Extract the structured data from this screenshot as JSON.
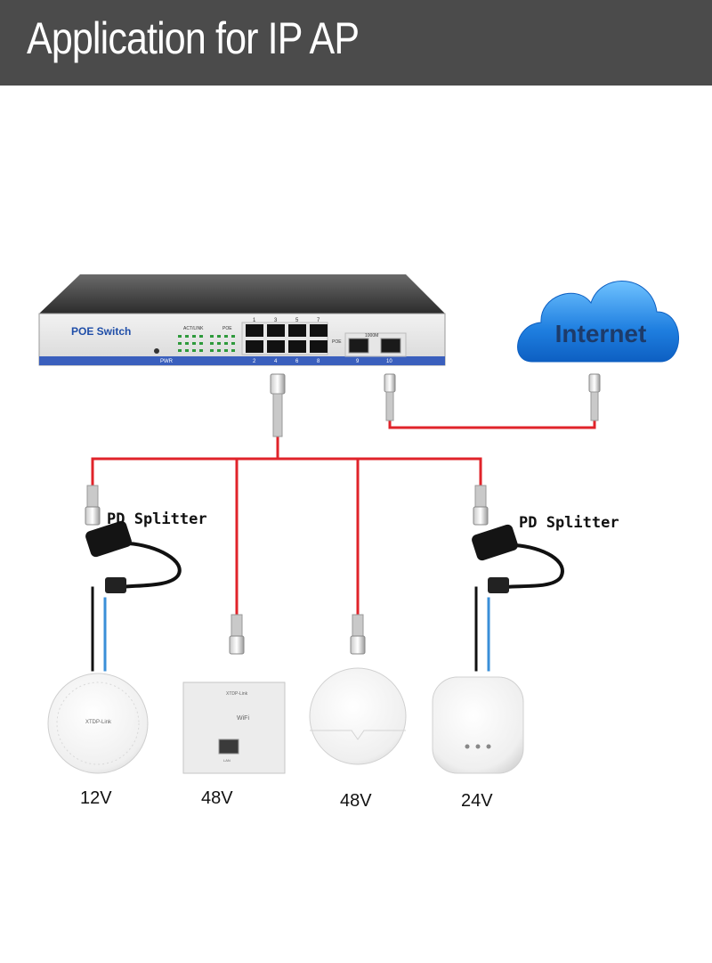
{
  "header": {
    "title": "Application for IP AP"
  },
  "switch": {
    "label": "POE Switch",
    "act_link_label": "ACT/LINK",
    "poe_label": "POE",
    "poe_side_label": "POE",
    "gigabit_label": "1000M",
    "pwr_label": "PWR",
    "top_port_numbers": [
      "1",
      "3",
      "5",
      "7"
    ],
    "bottom_port_numbers": [
      "2",
      "4",
      "6",
      "8"
    ],
    "uplink_port_numbers": [
      "9",
      "10"
    ]
  },
  "cloud": {
    "label": "Internet"
  },
  "splitters": [
    {
      "label": "PD Splitter"
    },
    {
      "label": "PD Splitter"
    }
  ],
  "devices": [
    {
      "voltage": "12V",
      "brand": "XTDP-Link"
    },
    {
      "voltage": "48V",
      "brand": "XTDP-Link",
      "small_text": "WiFi",
      "port_text": "LAN"
    },
    {
      "voltage": "48V"
    },
    {
      "voltage": "24V"
    }
  ],
  "colors": {
    "header_bg": "#4b4b4b",
    "cable_red": "#e0232a",
    "cable_blue": "#3a8fd8",
    "cloud_blue": "#1f7fe0"
  }
}
